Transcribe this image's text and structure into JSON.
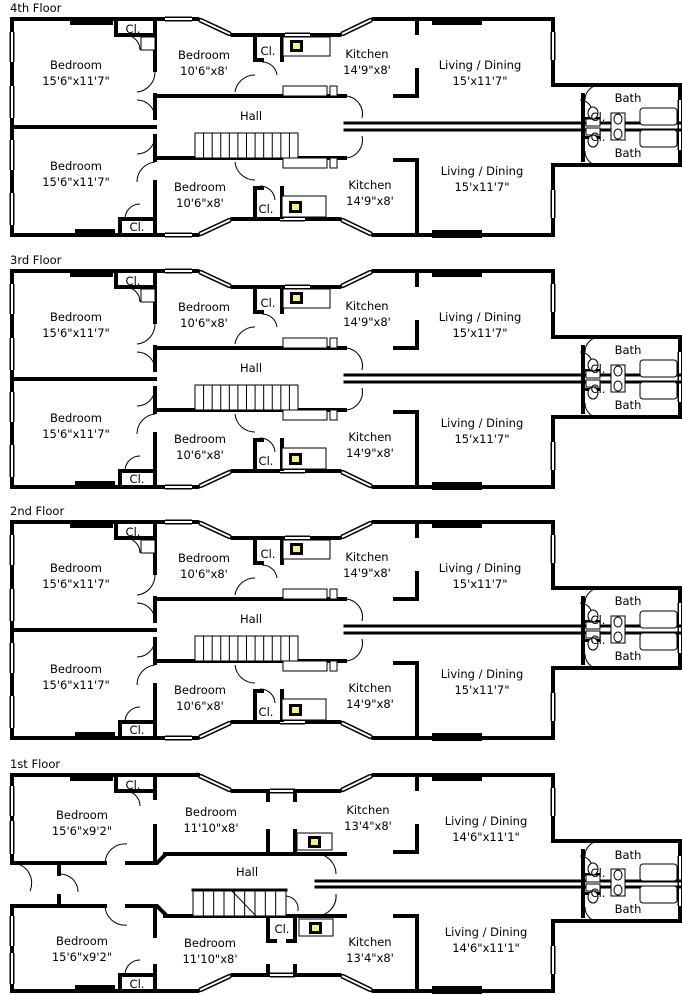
{
  "floors": {
    "f4": {
      "title": "4th Floor",
      "bedroom_large_top": {
        "name": "Bedroom",
        "size": "15'6\"x11'7\""
      },
      "bedroom_large_bottom": {
        "name": "Bedroom",
        "size": "15'6\"x11'7\""
      },
      "bedroom_small_top": {
        "name": "Bedroom",
        "size": "10'6\"x8'"
      },
      "bedroom_small_bottom": {
        "name": "Bedroom",
        "size": "10'6\"x8'"
      },
      "kitchen_top": {
        "name": "Kitchen",
        "size": "14'9\"x8'"
      },
      "kitchen_bottom": {
        "name": "Kitchen",
        "size": "14'9\"x8'"
      },
      "living_top": {
        "name": "Living / Dining",
        "size": "15'x11'7\""
      },
      "living_bottom": {
        "name": "Living / Dining",
        "size": "15'x11'7\""
      },
      "hall": "Hall",
      "bath_top": "Bath",
      "bath_bottom": "Bath",
      "closet": "Cl."
    },
    "f3": {
      "title": "3rd Floor",
      "bedroom_large_top": {
        "name": "Bedroom",
        "size": "15'6\"x11'7\""
      },
      "bedroom_large_bottom": {
        "name": "Bedroom",
        "size": "15'6\"x11'7\""
      },
      "bedroom_small_top": {
        "name": "Bedroom",
        "size": "10'6\"x8'"
      },
      "bedroom_small_bottom": {
        "name": "Bedroom",
        "size": "10'6\"x8'"
      },
      "kitchen_top": {
        "name": "Kitchen",
        "size": "14'9\"x8'"
      },
      "kitchen_bottom": {
        "name": "Kitchen",
        "size": "14'9\"x8'"
      },
      "living_top": {
        "name": "Living / Dining",
        "size": "15'x11'7\""
      },
      "living_bottom": {
        "name": "Living / Dining",
        "size": "15'x11'7\""
      },
      "hall": "Hall",
      "bath_top": "Bath",
      "bath_bottom": "Bath",
      "closet": "Cl."
    },
    "f2": {
      "title": "2nd Floor",
      "bedroom_large_top": {
        "name": "Bedroom",
        "size": "15'6\"x11'7\""
      },
      "bedroom_large_bottom": {
        "name": "Bedroom",
        "size": "15'6\"x11'7\""
      },
      "bedroom_small_top": {
        "name": "Bedroom",
        "size": "10'6\"x8'"
      },
      "bedroom_small_bottom": {
        "name": "Bedroom",
        "size": "10'6\"x8'"
      },
      "kitchen_top": {
        "name": "Kitchen",
        "size": "14'9\"x8'"
      },
      "kitchen_bottom": {
        "name": "Kitchen",
        "size": "14'9\"x8'"
      },
      "living_top": {
        "name": "Living / Dining",
        "size": "15'x11'7\""
      },
      "living_bottom": {
        "name": "Living / Dining",
        "size": "15'x11'7\""
      },
      "hall": "Hall",
      "bath_top": "Bath",
      "bath_bottom": "Bath",
      "closet": "Cl."
    },
    "f1": {
      "title": "1st Floor",
      "bedroom_large_top": {
        "name": "Bedroom",
        "size": "15'6\"x9'2\""
      },
      "bedroom_large_bottom": {
        "name": "Bedroom",
        "size": "15'6\"x9'2\""
      },
      "bedroom_small_top": {
        "name": "Bedroom",
        "size": "11'10\"x8'"
      },
      "bedroom_small_bottom": {
        "name": "Bedroom",
        "size": "11'10\"x8'"
      },
      "kitchen_top": {
        "name": "Kitchen",
        "size": "13'4\"x8'"
      },
      "kitchen_bottom": {
        "name": "Kitchen",
        "size": "13'4\"x8'"
      },
      "living_top": {
        "name": "Living / Dining",
        "size": "14'6\"x11'1\""
      },
      "living_bottom": {
        "name": "Living / Dining",
        "size": "14'6\"x11'1\""
      },
      "hall": "Hall",
      "bath_top": "Bath",
      "bath_bottom": "Bath",
      "closet": "Cl."
    }
  },
  "colors": {
    "wall": "#000000",
    "stove": "#f5f07a"
  }
}
